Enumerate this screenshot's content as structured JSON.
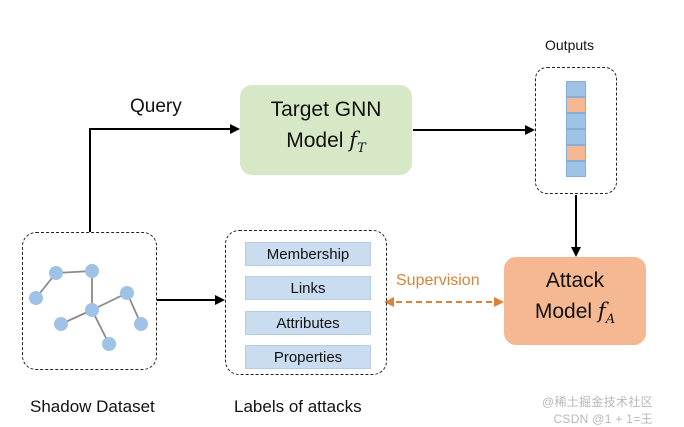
{
  "target_model": {
    "line1": "Target GNN",
    "line2": "Model",
    "symbol": "f",
    "subscript": "T"
  },
  "attack_model": {
    "line1": "Attack",
    "line2": "Model",
    "symbol": "f",
    "subscript": "A"
  },
  "query_label": "Query",
  "outputs_label": "Outputs",
  "supervision_label": "Supervision",
  "shadow_caption": "Shadow Dataset",
  "labels_caption": "Labels of attacks",
  "labels": [
    "Membership",
    "Links",
    "Attributes",
    "Properties"
  ],
  "output_cells": [
    "blue",
    "orange",
    "blue",
    "blue",
    "orange",
    "blue"
  ],
  "colors": {
    "target_fill": "#d6e8c6",
    "attack_fill": "#f6b892",
    "cell_blue": "#9fc3e7",
    "cell_orange": "#f6b892",
    "node": "#9fc3e7",
    "supervision": "#d9823b"
  },
  "watermark": {
    "line1": "@稀土掘金技术社区",
    "line2": "CSDN @1 + 1=王"
  }
}
